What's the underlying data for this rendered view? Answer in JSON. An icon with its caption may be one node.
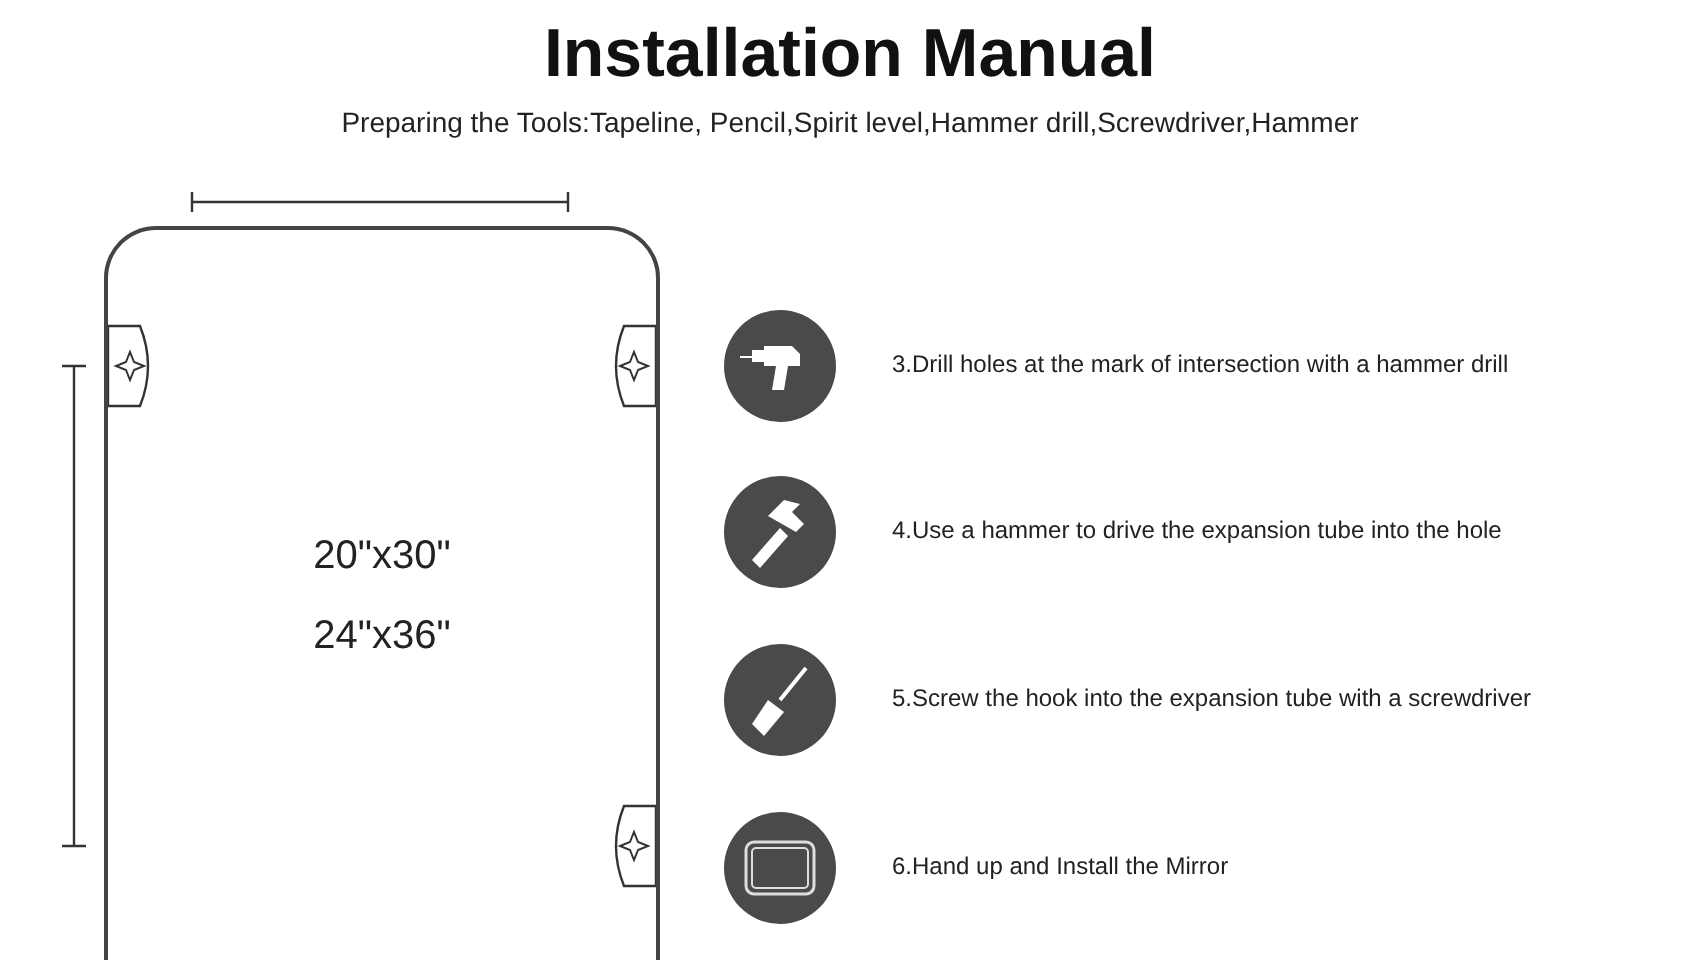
{
  "diagram": {
    "title": "Installation Manual",
    "nodes": [
      {
        "text": [
          "20\"x30\"",
          "24\"x36\""
        ]
      }
    ],
    "labels": [
      "Preparing the Tools:Tapeline, Pencil,Spirit level,Hammer drill,Screwdriver,Hammer",
      "3.Drill holes at the mark of intersection with a hammer drill",
      "4.Use a hammer to drive the expansion tube into the hole",
      "5.Screw the hook into the expansion tube with a screwdriver",
      "6.Hand up and Install the Mirror"
    ]
  }
}
